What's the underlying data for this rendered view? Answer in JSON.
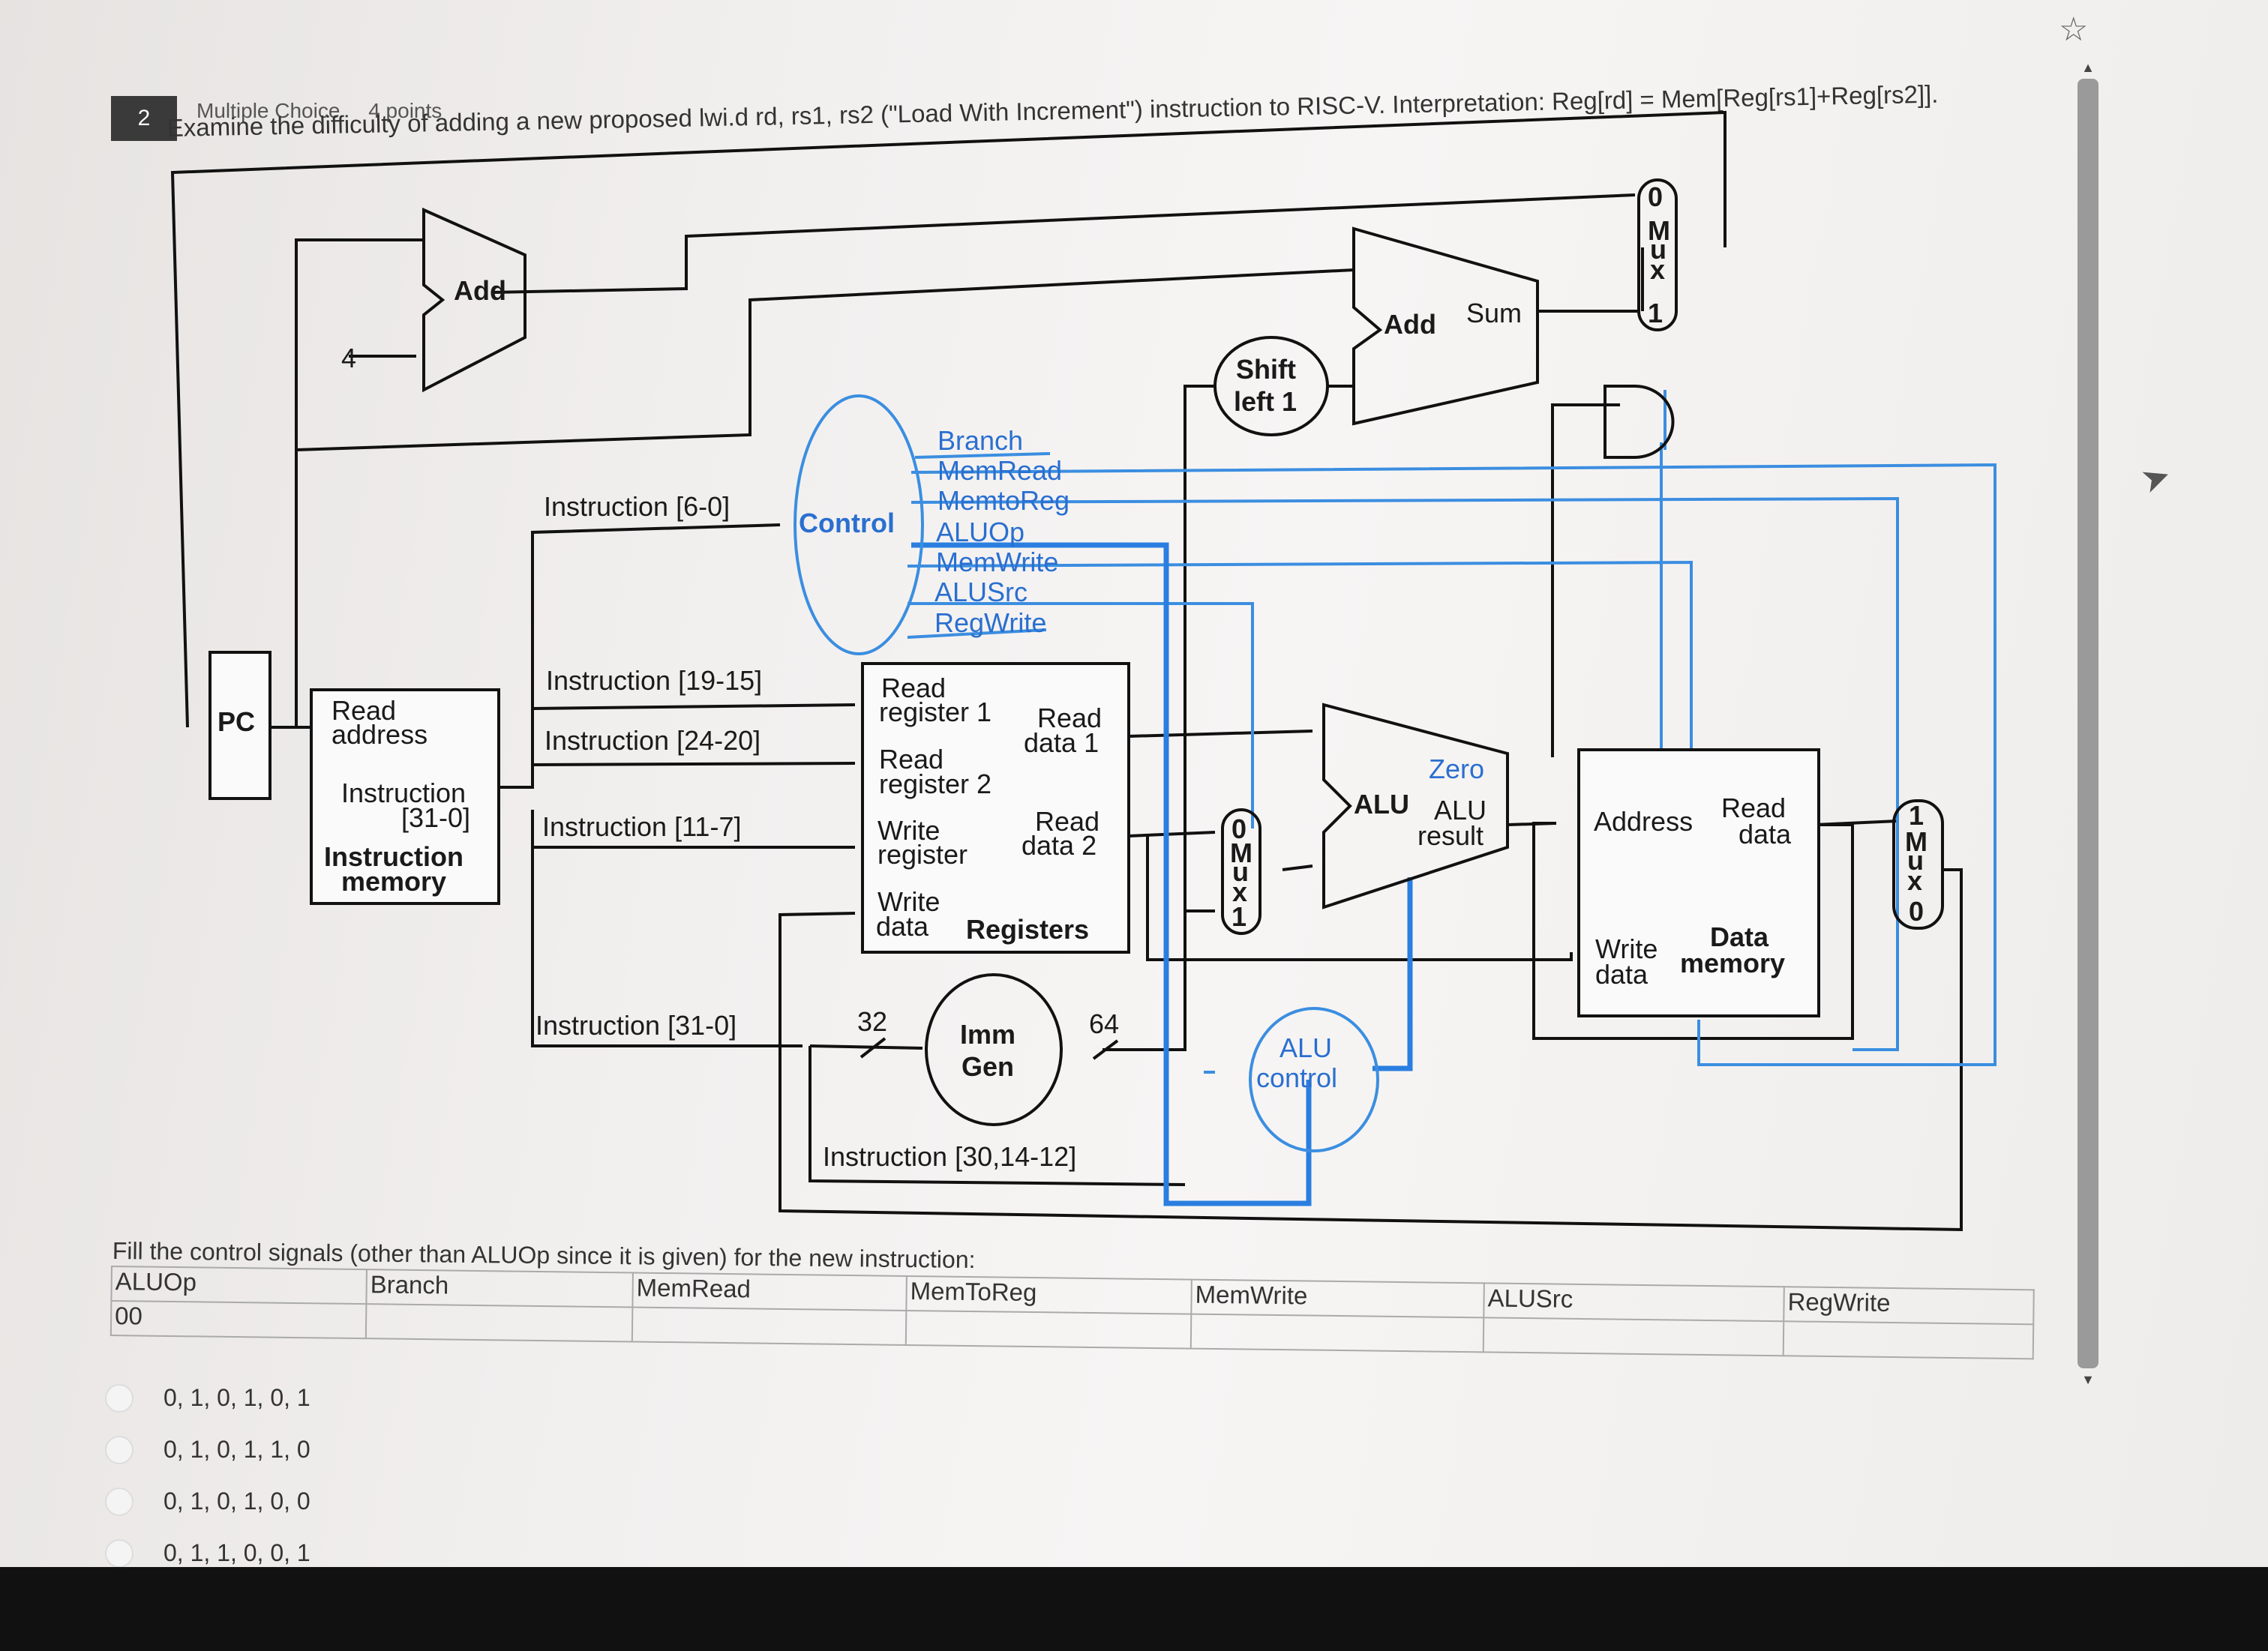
{
  "question": {
    "number": "2",
    "type": "Multiple Choice",
    "points": "4 points",
    "text": "Examine the difficulty of adding a new proposed lwi.d rd, rs1, rs2 (\"Load With Increment\") instruction to RISC-V. Interpretation: Reg[rd] = Mem[Reg[rs1]+Reg[rs2]]."
  },
  "diagram": {
    "pc": "PC",
    "four": "4",
    "add_top": "Add",
    "add_branch": "Add",
    "sum": "Sum",
    "shift_left_1": "Shift",
    "shift_left_2": "left 1",
    "mux_letters": "M u x",
    "mux_top_0": "0",
    "mux_top_1": "1",
    "mux_alu_0": "0",
    "mux_alu_1": "1",
    "mux_wb_1": "1",
    "mux_wb_0": "0",
    "control": "Control",
    "signals": [
      "Branch",
      "MemRead",
      "MemtoReg",
      "ALUOp",
      "MemWrite",
      "ALUSrc",
      "RegWrite"
    ],
    "imem_read": "Read",
    "imem_address": "address",
    "imem_instr": "Instruction",
    "imem_range": "[31-0]",
    "imem_title1": "Instruction",
    "imem_title2": "memory",
    "instr_6_0": "Instruction [6-0]",
    "instr_19_15": "Instruction [19-15]",
    "instr_24_20": "Instruction [24-20]",
    "instr_11_7": "Instruction [11-7]",
    "instr_31_0": "Instruction [31-0]",
    "instr_30_14_12": "Instruction [30,14-12]",
    "regs_read_reg1_a": "Read",
    "regs_read_reg1_b": "register 1",
    "regs_read_reg2_a": "Read",
    "regs_read_reg2_b": "register 2",
    "regs_write_reg_a": "Write",
    "regs_write_reg_b": "register",
    "regs_write_data_a": "Write",
    "regs_write_data_b": "data",
    "regs_read_data1_a": "Read",
    "regs_read_data1_b": "data 1",
    "regs_read_data2_a": "Read",
    "regs_read_data2_b": "data 2",
    "regs_title": "Registers",
    "imm_32": "32",
    "imm_64": "64",
    "imm_gen_a": "Imm",
    "imm_gen_b": "Gen",
    "alu_zero": "Zero",
    "alu_title": "ALU",
    "alu_result_a": "ALU",
    "alu_result_b": "result",
    "alu_control_a": "ALU",
    "alu_control_b": "control",
    "dmem_address": "Address",
    "dmem_read_a": "Read",
    "dmem_read_b": "data",
    "dmem_write_a": "Write",
    "dmem_write_b": "data",
    "dmem_title_a": "Data",
    "dmem_title_b": "memory"
  },
  "fill_instruction": "Fill the control signals (other than ALUOp since it is given) for the new instruction:",
  "table": {
    "headers": [
      "ALUOp",
      "Branch",
      "MemRead",
      "MemToReg",
      "MemWrite",
      "ALUSrc",
      "RegWrite"
    ],
    "row": [
      "00",
      "",
      "",
      "",
      "",
      "",
      ""
    ]
  },
  "options": [
    "0, 1, 0, 1, 0, 1",
    "0, 1, 0, 1, 1, 0",
    "0, 1, 0, 1, 0, 0",
    "0, 1, 1, 0, 0, 1"
  ]
}
